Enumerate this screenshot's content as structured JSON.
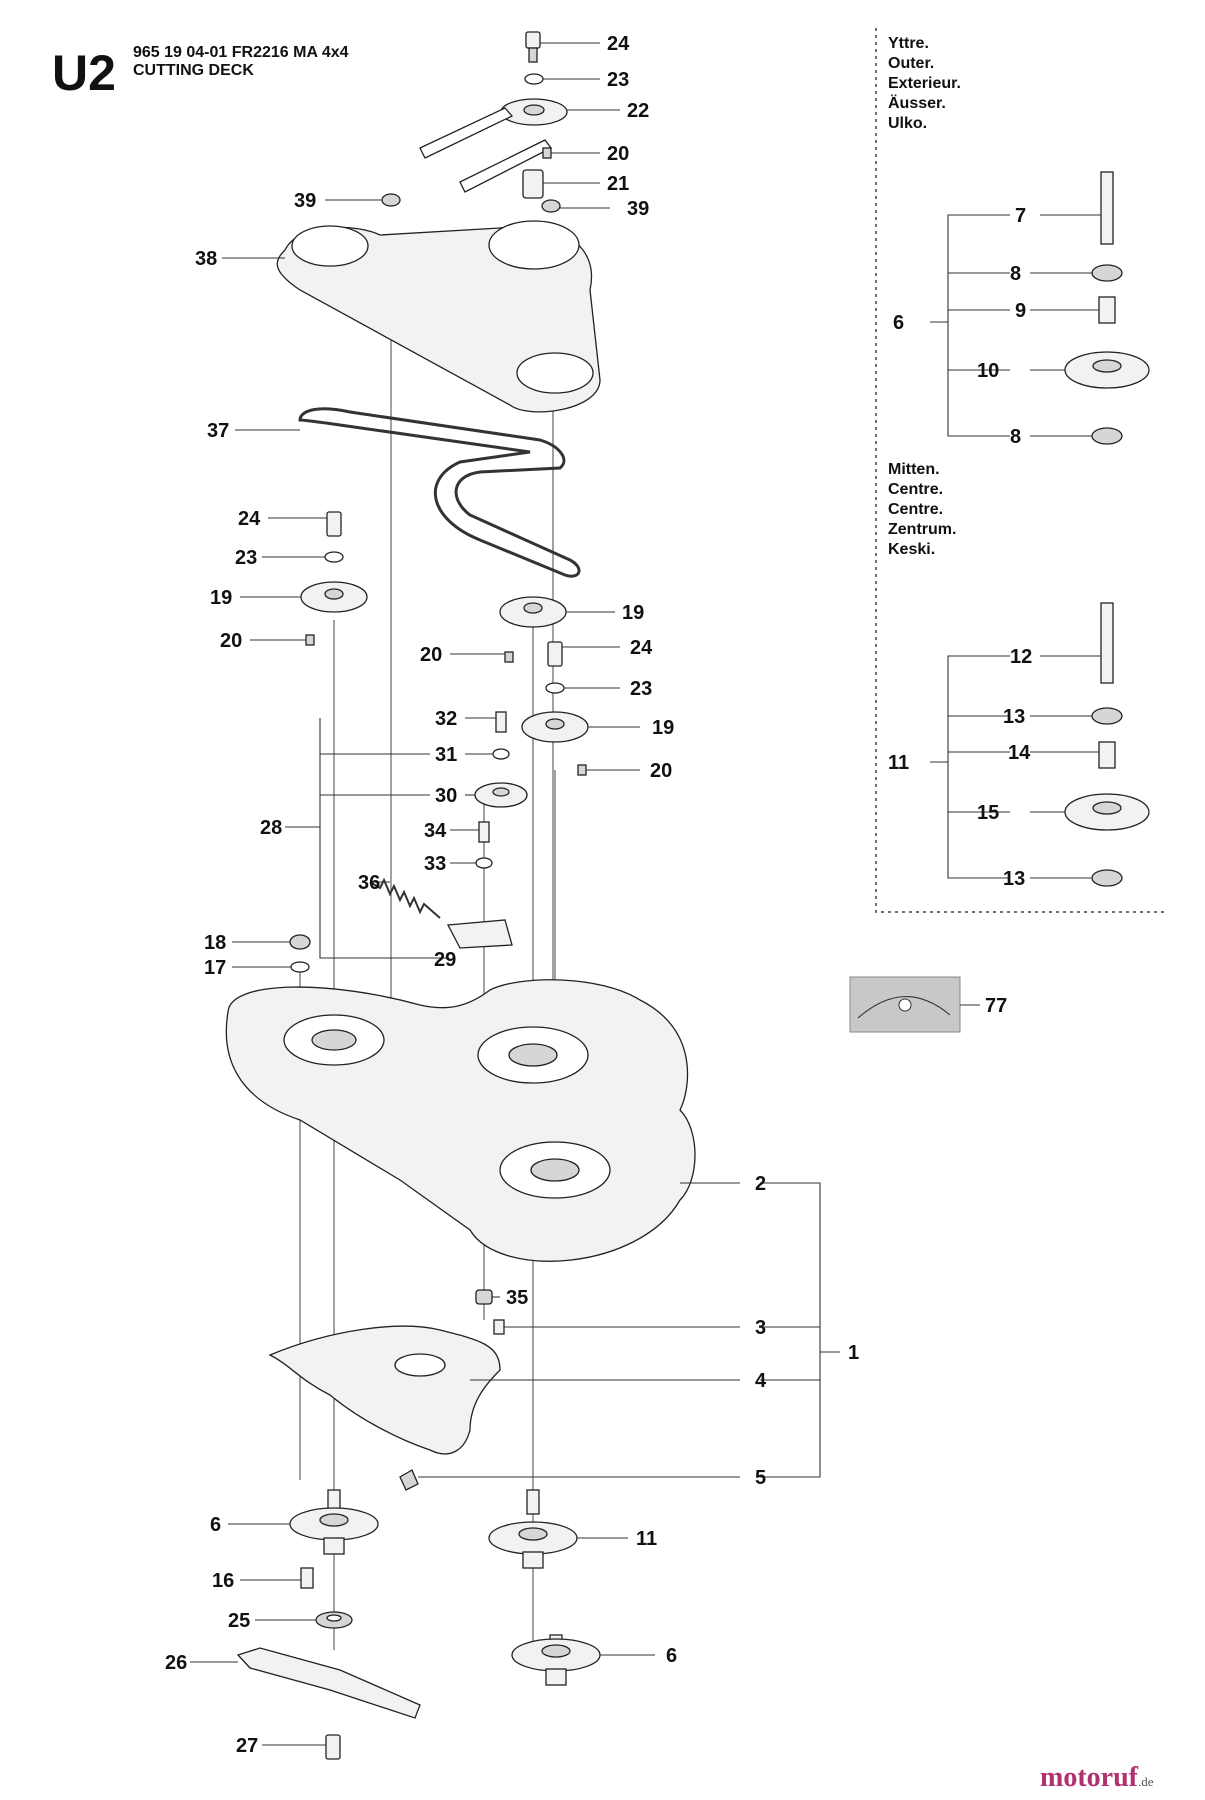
{
  "header": {
    "code": "U2",
    "part_line": "965 19 04-01 FR2216 MA 4x4",
    "section_title": "CUTTING DECK"
  },
  "legend_outer": [
    "Yttre.",
    "Outer.",
    "Exterieur.",
    "Äusser.",
    "Ulko."
  ],
  "legend_center": [
    "Mitten.",
    "Centre.",
    "Centre.",
    "Zentrum.",
    "Keski."
  ],
  "callouts": {
    "c24a": "24",
    "c23a": "23",
    "c22": "22",
    "c20a": "20",
    "c21": "21",
    "c39a": "39",
    "c39b": "39",
    "c38": "38",
    "c37": "37",
    "c24b": "24",
    "c23b": "23",
    "c19a": "19",
    "c20b": "20",
    "c19b": "19",
    "c20c": "20",
    "c24c": "24",
    "c23c": "23",
    "c19c": "19",
    "c20d": "20",
    "c32": "32",
    "c31": "31",
    "c30": "30",
    "c28": "28",
    "c34": "34",
    "c33": "33",
    "c36": "36",
    "c29": "29",
    "c18": "18",
    "c17": "17",
    "c2": "2",
    "c35": "35",
    "c3": "3",
    "c1": "1",
    "c4": "4",
    "c5": "5",
    "c6a": "6",
    "c11a": "11",
    "c16": "16",
    "c25": "25",
    "c26": "26",
    "c6b": "6",
    "c27": "27",
    "r7": "7",
    "r8a": "8",
    "r6": "6",
    "r9": "9",
    "r10": "10",
    "r8b": "8",
    "r12": "12",
    "r13a": "13",
    "r11": "11",
    "r14": "14",
    "r15": "15",
    "r13b": "13",
    "c77": "77"
  },
  "brand": {
    "name": "motoruf",
    "suffix": ".de"
  },
  "colors": {
    "ink": "#111111",
    "brand": "#b03070",
    "part_fill": "#f2f2f2"
  }
}
